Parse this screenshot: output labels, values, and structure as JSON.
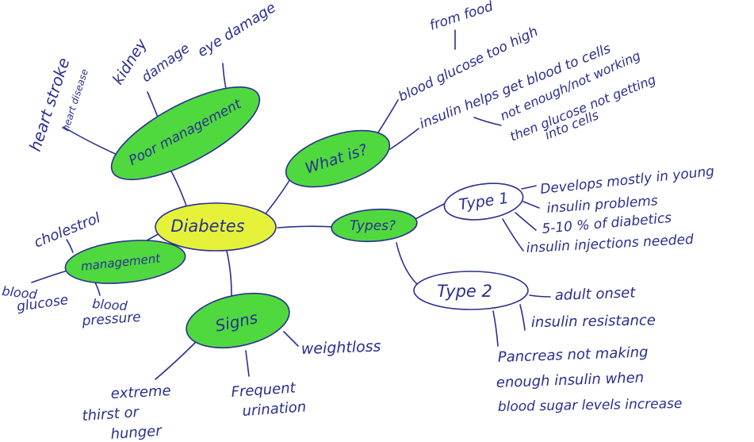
{
  "diagram": {
    "center": "Diabetes",
    "poor_management": {
      "label": "Poor management",
      "items": [
        "heart stroke",
        "heart disease",
        "kidney",
        "damage",
        "eye damage"
      ]
    },
    "management": {
      "label": "management",
      "items": [
        "cholestrol",
        "blood",
        "glucose",
        "blood",
        "pressure"
      ]
    },
    "signs": {
      "label": "Signs",
      "items": [
        "weightloss",
        "Frequent",
        "urination",
        "extreme",
        "thirst or",
        "hunger"
      ]
    },
    "what_is": {
      "label": "What is?",
      "items": [
        "from food",
        "blood glucose too high",
        "insulin helps get blood to cells",
        "not enough/not working",
        "then glucose not getting",
        "into cells"
      ]
    },
    "types": {
      "label": "Types?",
      "type1": {
        "label": "Type 1",
        "items": [
          "Develops mostly in young",
          "insulin problems",
          "5-10 % of diabetics",
          "insulin injections needed"
        ]
      },
      "type2": {
        "label": "Type 2",
        "items": [
          "adult onset",
          "insulin resistance",
          "Pancreas not making",
          "enough insulin when",
          "blood sugar levels increase"
        ]
      }
    }
  },
  "colors": {
    "ink": "#2a2f8f",
    "green": "#4fd93f",
    "yellow": "#e6f23a"
  }
}
